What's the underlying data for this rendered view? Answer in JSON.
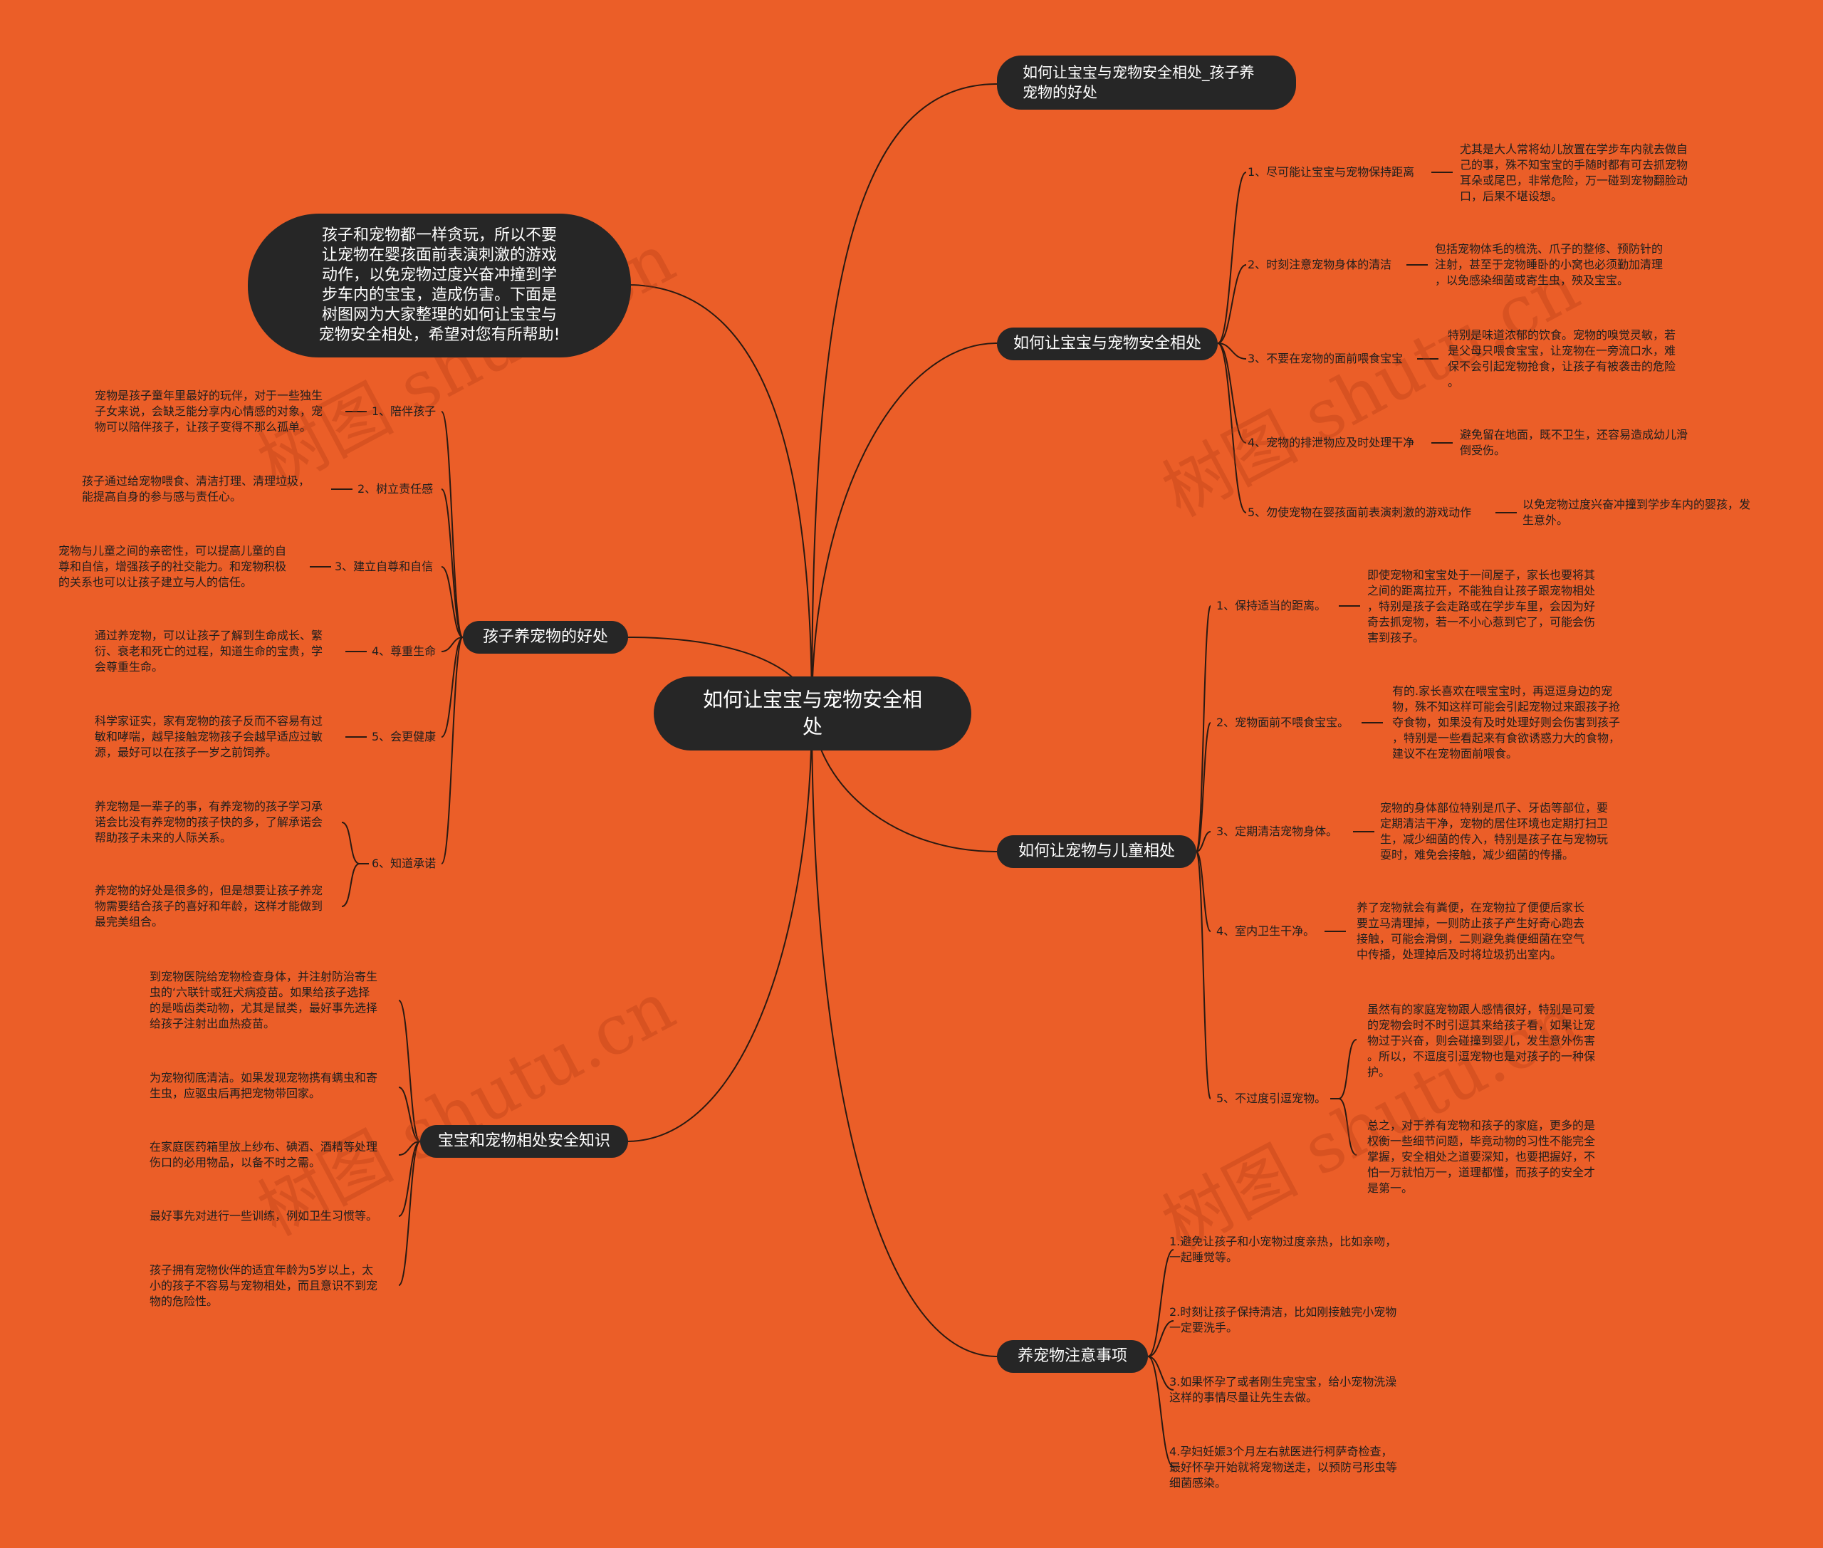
{
  "watermark": "树图 shutu.cn",
  "center": "如何让宝宝与宠物安全相\n处",
  "intro": "孩子和宠物都一样贪玩，所以不要\n让宠物在婴孩面前表演刺激的游戏\n动作，以免宠物过度兴奋冲撞到学\n步车内的宝宝，造成伤害。下面是\n树图网为大家整理的如何让宝宝与\n宠物安全相处，希望对您有所帮助!",
  "right_top_title": "如何让宝宝与宠物安全相处_孩子养\n宠物的好处",
  "branch_safe": {
    "title": "如何让宝宝与宠物安全相处",
    "items": [
      {
        "label": "1、尽可能让宝宝与宠物保持距离",
        "note": "尤其是大人常将幼儿放置在学步车内就去做自\n己的事，殊不知宝宝的手随时都有可去抓宠物\n耳朵或尾巴，非常危险，万一碰到宠物翻脸动\n口，后果不堪设想。"
      },
      {
        "label": "2、时刻注意宠物身体的清洁",
        "note": "包括宠物体毛的梳洗、爪子的整修、预防针的\n注射，甚至于宠物睡卧的小窝也必须勤加清理\n，以免感染细菌或寄生虫，殃及宝宝。"
      },
      {
        "label": "3、不要在宠物的面前喂食宝宝",
        "note": "特别是味道浓郁的饮食。宠物的嗅觉灵敏，若\n是父母只喂食宝宝，让宠物在一旁流口水，难\n保不会引起宠物抢食，让孩子有被袭击的危险\n。"
      },
      {
        "label": "4、宠物的排泄物应及时处理干净",
        "note": "避免留在地面，既不卫生，还容易造成幼儿滑\n倒受伤。"
      },
      {
        "label": "5、勿使宠物在婴孩面前表演刺激的游戏动作",
        "note": "以免宠物过度兴奋冲撞到学步车内的婴孩，发\n生意外。"
      }
    ]
  },
  "branch_child": {
    "title": "如何让宠物与儿童相处",
    "items": [
      {
        "label": "1、保持适当的距离。",
        "note": "即使宠物和宝宝处于一间屋子，家长也要将其\n之间的距离拉开，不能独自让孩子跟宠物相处\n，特别是孩子会走路或在学步车里，会因为好\n奇去抓宠物，若一不小心惹到它了，可能会伤\n害到孩子。"
      },
      {
        "label": "2、宠物面前不喂食宝宝。",
        "note": "有的.家长喜欢在喂宝宝时，再逗逗身边的宠\n物，殊不知这样可能会引起宠物过来跟孩子抢\n夺食物，如果没有及时处理好则会伤害到孩子\n，特别是一些看起来有食欲诱惑力大的食物，\n建议不在宠物面前喂食。"
      },
      {
        "label": "3、定期清洁宠物身体。",
        "note": "宠物的身体部位特别是爪子、牙齿等部位，要\n定期清洁干净，宠物的居住环境也定期打扫卫\n生，减少细菌的传入，特别是孩子在与宠物玩\n耍时，难免会接触，减少细菌的传播。"
      },
      {
        "label": "4、室内卫生干净。",
        "note": "养了宠物就会有粪便，在宠物拉了便便后家长\n要立马清理掉，一则防止孩子产生好奇心跑去\n接触，可能会滑倒，二则避免粪便细菌在空气\n中传播，处理掉后及时将垃圾扔出室内。"
      },
      {
        "label": "5、不过度引逗宠物。",
        "note1": "虽然有的家庭宠物跟人感情很好，特别是可爱\n的宠物会时不时引逗其来给孩子看，如果让宠\n物过于兴奋，则会碰撞到婴儿，发生意外伤害\n。所以，不逗度引逗宠物也是对孩子的一种保\n护。",
        "note2": "总之，对于养有宠物和孩子的家庭，更多的是\n权衡一些细节问题，毕竟动物的习性不能完全\n掌握，安全相处之道要深知，也要把握好，不\n怕一万就怕万一，道理都懂，而孩子的安全才\n是第一。"
      }
    ]
  },
  "branch_attention": {
    "title": "养宠物注意事项",
    "items": [
      "1.避免让孩子和小宠物过度亲热，比如亲吻，\n一起睡觉等。",
      "2.时刻让孩子保持清洁，比如刚接触完小宠物\n一定要洗手。",
      "3.如果怀孕了或者刚生完宝宝，给小宠物洗澡\n这样的事情尽量让先生去做。",
      "4.孕妇妊娠3个月左右就医进行柯萨奇检查，\n最好怀孕开始就将宠物送走，以预防弓形虫等\n细菌感染。"
    ]
  },
  "branch_benefit": {
    "title": "孩子养宠物的好处",
    "items": [
      {
        "label": "1、陪伴孩子",
        "note": "宠物是孩子童年里最好的玩伴，对于一些独生\n子女来说，会缺乏能分享内心情感的对象，宠\n物可以陪伴孩子，让孩子变得不那么孤单。"
      },
      {
        "label": "2、树立责任感",
        "note": "孩子通过给宠物喂食、清洁打理、清理垃圾，\n能提高自身的参与感与责任心。"
      },
      {
        "label": "3、建立自尊和自信",
        "note": "宠物与儿童之间的亲密性，可以提高儿童的自\n尊和自信，增强孩子的社交能力。和宠物积极\n的关系也可以让孩子建立与人的信任。"
      },
      {
        "label": "4、尊重生命",
        "note": "通过养宠物，可以让孩子了解到生命成长、繁\n衍、衰老和死亡的过程，知道生命的宝贵，学\n会尊重生命。"
      },
      {
        "label": "5、会更健康",
        "note": "科学家证实，家有宠物的孩子反而不容易有过\n敏和哮喘，越早接触宠物孩子会越早适应过敏\n源，最好可以在孩子一岁之前饲养。"
      },
      {
        "label": "6、知道承诺",
        "note1": "养宠物是一辈子的事，有养宠物的孩子学习承\n诺会比没有养宠物的孩子快的多，了解承诺会\n帮助孩子未来的人际关系。",
        "note2": "养宠物的好处是很多的，但是想要让孩子养宠\n物需要结合孩子的喜好和年龄，这样才能做到\n最完美组合。"
      }
    ]
  },
  "branch_knowledge": {
    "title": "宝宝和宠物相处安全知识",
    "items": [
      "到宠物医院给宠物检查身体，并注射防治寄生\n虫的‘六联针或狂犬病疫苗。如果给孩子选择\n的是啮齿类动物，尤其是鼠类，最好事先选择\n给孩子注射出血热疫苗。",
      "为宠物彻底清洁。如果发现宠物携有螨虫和寄\n生虫，应驱虫后再把宠物带回家。",
      "在家庭医药箱里放上纱布、碘酒、酒精等处理\n伤口的必用物品，以备不时之需。",
      "最好事先对进行一些训练，例如卫生习惯等。",
      "孩子拥有宠物伙伴的适宜年龄为5岁以上，太\n小的孩子不容易与宠物相处，而且意识不到宠\n物的危险性。"
    ]
  }
}
